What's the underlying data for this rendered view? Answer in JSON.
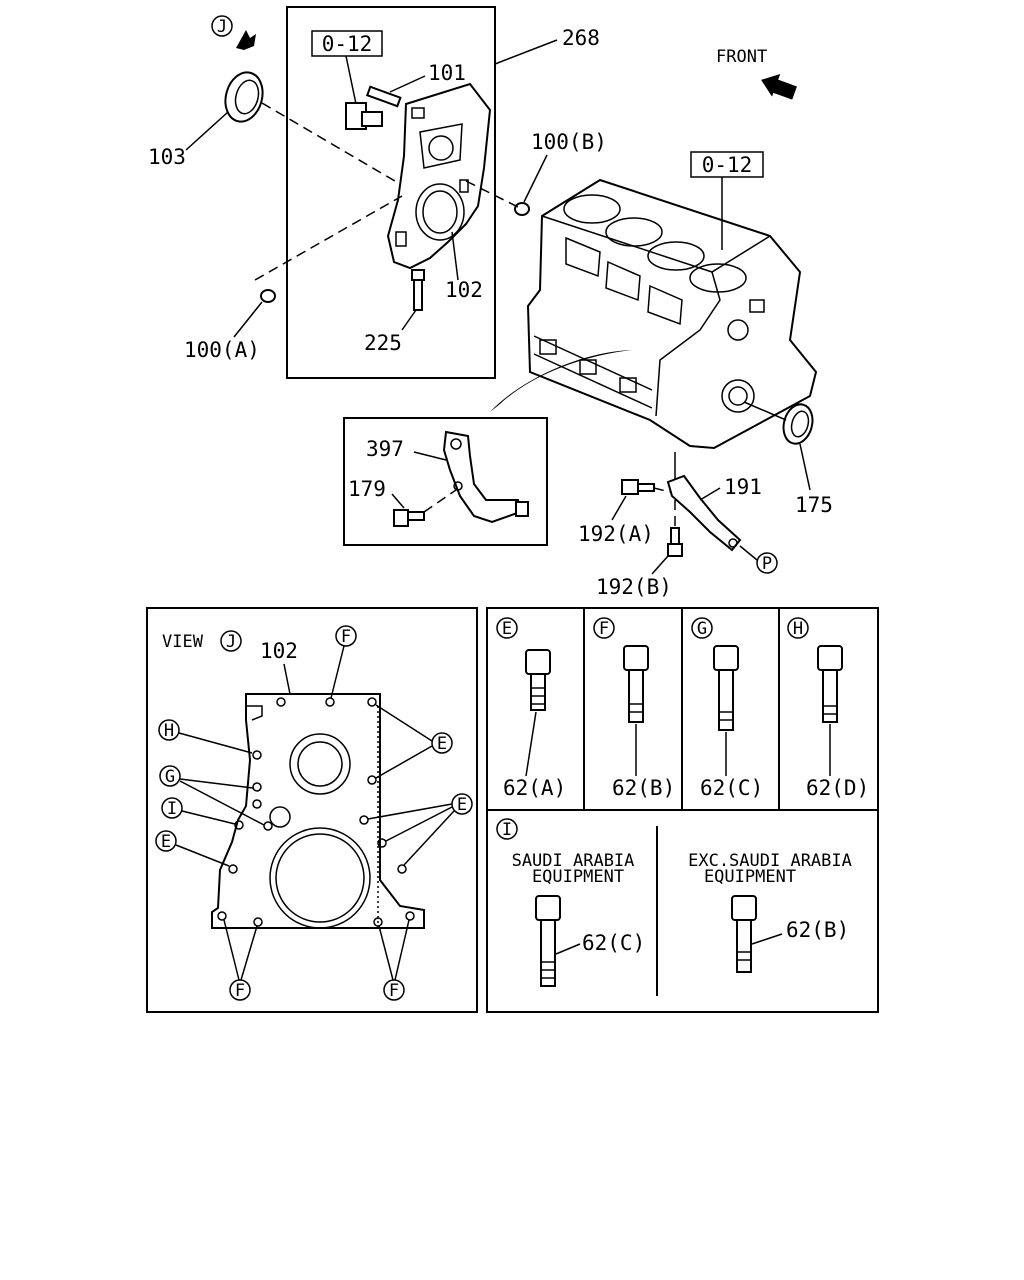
{
  "refs": {
    "ref_box_1": "0-12",
    "ref_box_2": "0-12"
  },
  "direction": {
    "front": "FRONT",
    "view_marker": "J"
  },
  "callouts": {
    "p268": "268",
    "p101": "101",
    "p103": "103",
    "p100b": "100(B)",
    "p102": "102",
    "p100a": "100(A)",
    "p225": "225",
    "p397": "397",
    "p179": "179",
    "p191": "191",
    "p192a": "192(A)",
    "p192b": "192(B)",
    "p175": "175",
    "marker_p": "P"
  },
  "view_panel": {
    "title": "VIEW",
    "marker": "J",
    "part": "102",
    "hole_markers": {
      "top_f": "F",
      "h": "H",
      "g": "G",
      "i": "I",
      "e_left": "E",
      "e_right_top": "E",
      "e_right_mid": "E",
      "f_bottom_left": "F",
      "f_bottom_right": "F"
    }
  },
  "bolt_panel": {
    "cells": [
      {
        "marker": "E",
        "part": "62(A)"
      },
      {
        "marker": "F",
        "part": "62(B)"
      },
      {
        "marker": "G",
        "part": "62(C)"
      },
      {
        "marker": "H",
        "part": "62(D)"
      }
    ]
  },
  "variant_panel": {
    "marker": "I",
    "left_title_line1": "SAUDI ARABIA",
    "left_title_line2": "EQUIPMENT",
    "left_part": "62(C)",
    "right_title_line1": "EXC.SAUDI ARABIA",
    "right_title_line2": "EQUIPMENT",
    "right_part": "62(B)"
  }
}
